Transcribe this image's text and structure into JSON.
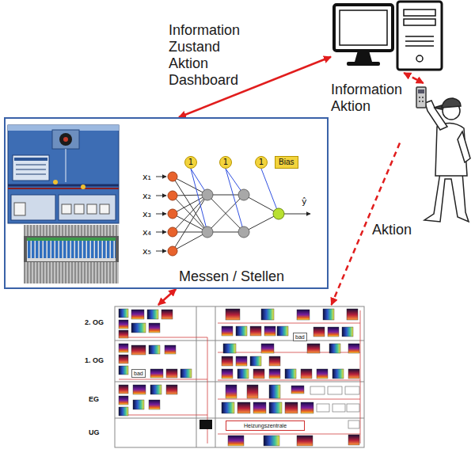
{
  "diagram": {
    "nodes": [
      {
        "text": []
      },
      {
        "text": []
      },
      {
        "text": []
      },
      {
        "text": [
          "1"
        ],
        "in": 2
      },
      {
        "text": [
          "1"
        ],
        "in": 2
      },
      {
        "text": [
          "1"
        ],
        "in": 2
      },
      {
        "text": [
          "Bias"
        ],
        "in": 2
      },
      {
        "text": [
          "2. OG",
          "1. OG",
          "EG",
          "UG"
        ]
      },
      {
        "text": [
          "bad"
        ],
        "in": 7
      },
      {
        "text": [
          "bad"
        ],
        "in": 7
      },
      {
        "text": [
          "Heizungszentrale"
        ],
        "in": 7
      }
    ],
    "edges": [
      {
        "from": 2,
        "to": 0,
        "arrow": "both",
        "label": "Information Zustand Aktion Dashboard"
      },
      {
        "from": 0,
        "to": 1,
        "arrow": "both",
        "label": "Information Aktion"
      },
      {
        "from": 1,
        "to": 7,
        "arrow": "to",
        "label": "Aktion"
      },
      {
        "from": 2,
        "to": 7,
        "arrow": "both",
        "label": "Messen / Stellen"
      }
    ],
    "labels": [
      "x₁",
      "x₂",
      "x₃",
      "x₄",
      "x₅",
      "ŷ"
    ]
  }
}
